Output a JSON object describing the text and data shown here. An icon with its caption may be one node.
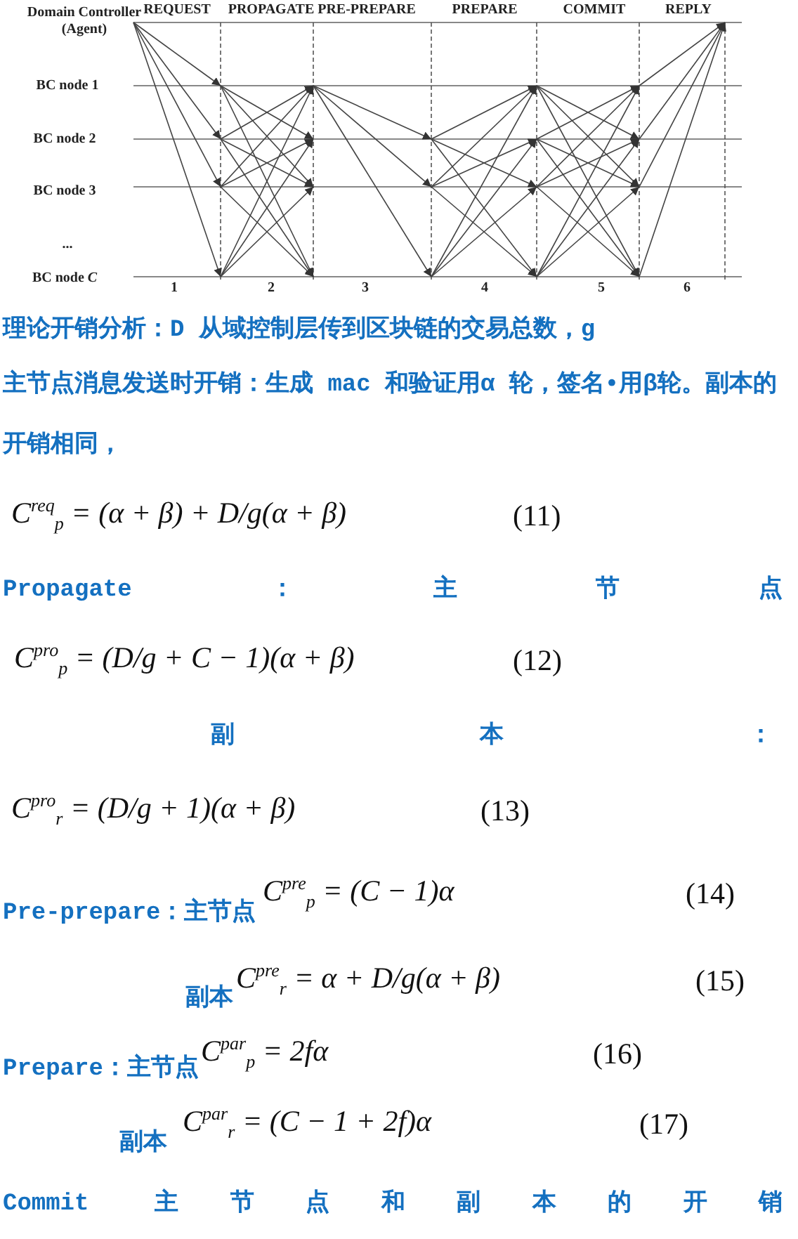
{
  "diagram": {
    "labels": [
      "Domain Controller (Agent)",
      "REQUEST",
      "PROPAGATE",
      "PRE-PREPARE",
      "PREPARE",
      "COMMIT",
      "REPLY",
      "BC node 1",
      "BC node 2",
      "BC node 3",
      "...",
      "BC node *C*",
      "1",
      "2",
      "3",
      "4",
      "5",
      "6",
      "理论开销分析：D 从域控制层传到区块链的交易总数，g",
      "主节点消息发送时开销：生成 mac 和验证用α 轮，签名•用β轮。副本的开销相同，",
      "C$^{req}$$_{p}$ = (α + β) + D/g(α + β)",
      "(11)",
      "Propagate：主节点",
      "C$^{pro}$$_{p}$ = (D/g + C − 1)(α + β)",
      "(12)",
      "副本：",
      "C$^{pro}$$_{r}$ = (D/g + 1)(α + β)",
      "(13)",
      "Pre-prepare：主节点",
      "C$^{pre}$$_{p}$ = (C − 1)α",
      "(14)",
      "副本",
      "C$^{pre}$$_{r}$ = α + D/g(α + β)",
      "(15)",
      "Prepare：主节点",
      "C$^{par}$$_{p}$ = 2fα",
      "(16)",
      "副本",
      "C$^{par}$$_{r}$ = (C − 1 + 2f)α",
      "(17)",
      "Commit 主节点和副本的开销"
    ]
  }
}
